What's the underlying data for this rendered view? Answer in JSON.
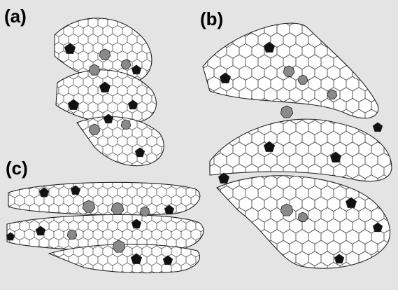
{
  "panels": [
    {
      "id": "a",
      "label": "(a)"
    },
    {
      "id": "b",
      "label": "(b)"
    },
    {
      "id": "c",
      "label": "(c)"
    }
  ],
  "figure": {
    "background_color": "#e4e4e4",
    "lattice_color": "#ffffff",
    "edge_color": "#222222",
    "pentagon_color": "#111111",
    "heptagon_color": "#8a8a8a"
  }
}
